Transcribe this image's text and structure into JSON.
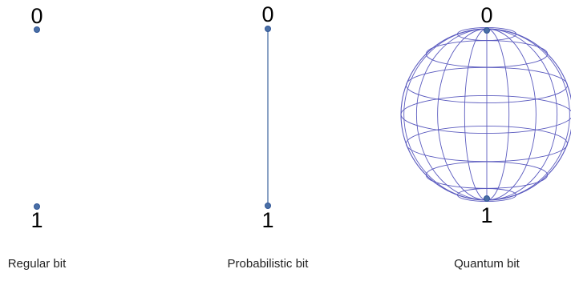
{
  "panels": [
    {
      "id": "regular",
      "top_label": "0",
      "bottom_label": "1",
      "caption": "Regular bit"
    },
    {
      "id": "probabilistic",
      "top_label": "0",
      "bottom_label": "1",
      "caption": "Probabilistic bit"
    },
    {
      "id": "quantum",
      "top_label": "0",
      "bottom_label": "1",
      "caption": "Quantum bit"
    }
  ],
  "colors": {
    "dot": "#4a6fa5",
    "dot_stroke": "#2f5597",
    "line": "#4a6fa5",
    "sphere_wire": "#5b5bbf"
  }
}
